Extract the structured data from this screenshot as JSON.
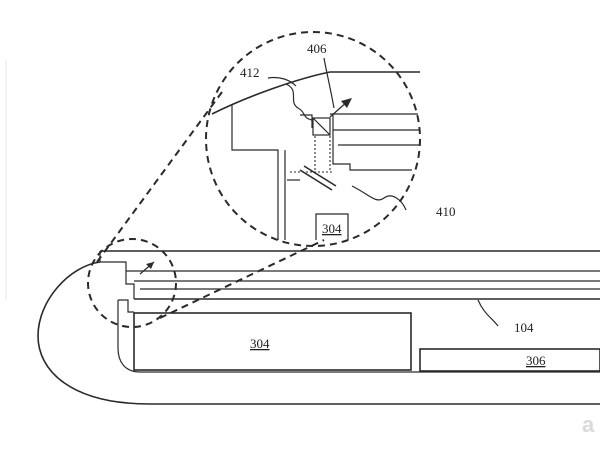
{
  "labels": {
    "ref_406": "406",
    "ref_412": "412",
    "ref_410": "410",
    "ref_304_detail": "304",
    "ref_304_main": "304",
    "ref_306": "306",
    "ref_104": "104"
  },
  "watermark": "a",
  "colors": {
    "line": "#2a2a2a",
    "background": "#ffffff",
    "watermark": "#d9d9d9"
  }
}
